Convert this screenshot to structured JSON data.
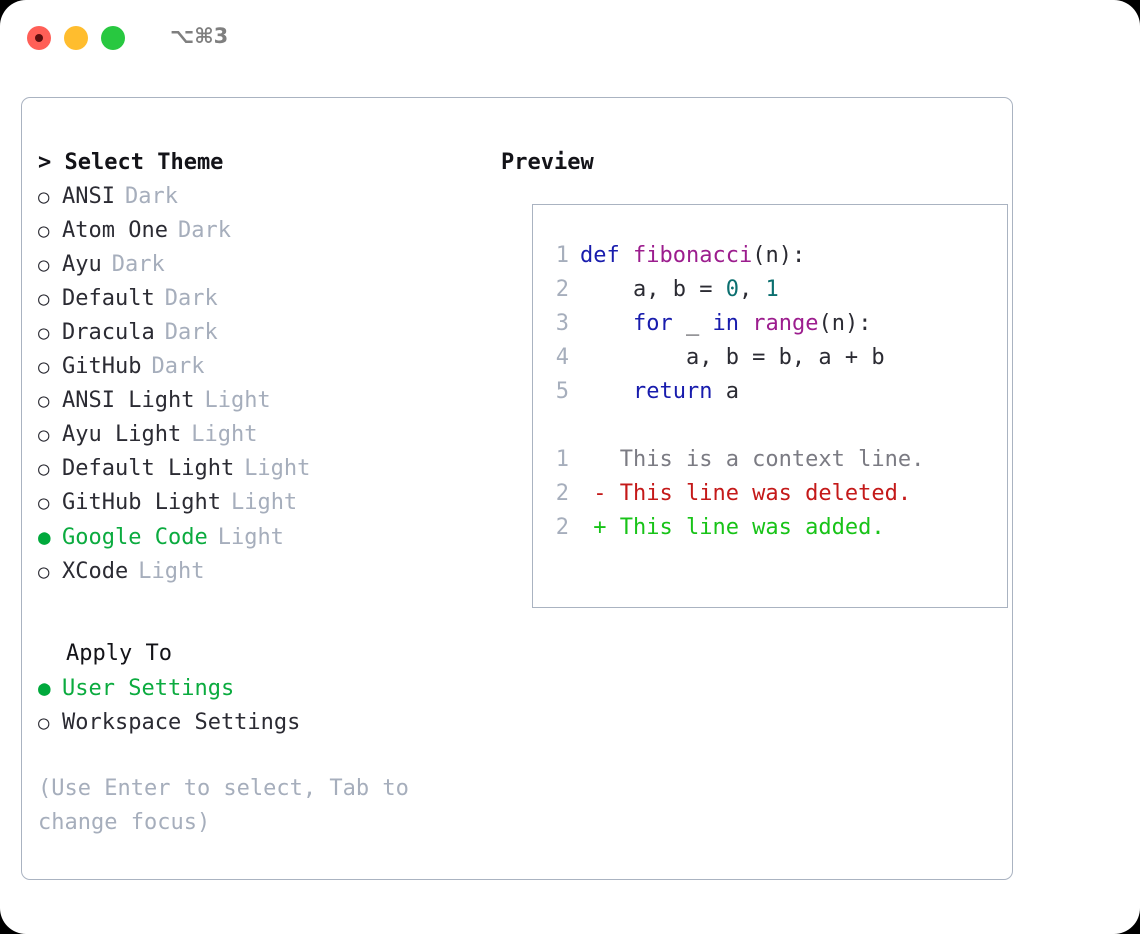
{
  "titlebar": {
    "lights": [
      "close-red",
      "minimize-yellow",
      "maximize-green"
    ],
    "shortcut": "⌥⌘3"
  },
  "colors": {
    "selected_green": "#0bab3f",
    "muted": "#a6aebc",
    "text": "#2b2b33",
    "border": "#aab3c1",
    "keyword": "#181cad",
    "function": "#9c1d8e",
    "number": "#0b6f6f",
    "diff_deleted": "#c41919",
    "diff_added": "#18c318",
    "diff_context": "#7b7b83"
  },
  "theme_panel": {
    "heading": "> Select Theme",
    "heading_caret": ">",
    "heading_text": "Select Theme",
    "items": [
      {
        "marker": "○",
        "name": "ANSI",
        "category": "Dark",
        "selected": false
      },
      {
        "marker": "○",
        "name": "Atom One",
        "category": "Dark",
        "selected": false
      },
      {
        "marker": "○",
        "name": "Ayu",
        "category": "Dark",
        "selected": false
      },
      {
        "marker": "○",
        "name": "Default",
        "category": "Dark",
        "selected": false
      },
      {
        "marker": "○",
        "name": "Dracula",
        "category": "Dark",
        "selected": false
      },
      {
        "marker": "○",
        "name": "GitHub",
        "category": "Dark",
        "selected": false
      },
      {
        "marker": "○",
        "name": "ANSI Light",
        "category": "Light",
        "selected": false
      },
      {
        "marker": "○",
        "name": "Ayu Light",
        "category": "Light",
        "selected": false
      },
      {
        "marker": "○",
        "name": "Default Light",
        "category": "Light",
        "selected": false
      },
      {
        "marker": "○",
        "name": "GitHub Light",
        "category": "Light",
        "selected": false
      },
      {
        "marker": "●",
        "name": "Google Code",
        "category": "Light",
        "selected": true
      },
      {
        "marker": "○",
        "name": "XCode",
        "category": "Light",
        "selected": false
      }
    ]
  },
  "apply_to": {
    "heading": "Apply To",
    "items": [
      {
        "marker": "●",
        "name": "User Settings",
        "selected": true
      },
      {
        "marker": "○",
        "name": "Workspace Settings",
        "selected": false
      }
    ]
  },
  "hint": "(Use Enter to select, Tab to\nchange focus)",
  "preview": {
    "heading": "Preview",
    "code_lines": [
      {
        "num": "1",
        "tokens": [
          {
            "t": "def ",
            "c": "kw"
          },
          {
            "t": "fibonacci",
            "c": "fn"
          },
          {
            "t": "(n):",
            "c": "pl"
          }
        ]
      },
      {
        "num": "2",
        "tokens": [
          {
            "t": "    a, b = ",
            "c": "pl"
          },
          {
            "t": "0",
            "c": "num"
          },
          {
            "t": ", ",
            "c": "pl"
          },
          {
            "t": "1",
            "c": "num"
          }
        ]
      },
      {
        "num": "3",
        "tokens": [
          {
            "t": "    ",
            "c": "pl"
          },
          {
            "t": "for",
            "c": "kw"
          },
          {
            "t": " _ ",
            "c": "pl"
          },
          {
            "t": "in",
            "c": "kw"
          },
          {
            "t": " ",
            "c": "pl"
          },
          {
            "t": "range",
            "c": "fn"
          },
          {
            "t": "(n):",
            "c": "pl"
          }
        ]
      },
      {
        "num": "4",
        "tokens": [
          {
            "t": "        a, b = b, a + b",
            "c": "pl"
          }
        ]
      },
      {
        "num": "5",
        "tokens": [
          {
            "t": "    ",
            "c": "pl"
          },
          {
            "t": "return",
            "c": "kw"
          },
          {
            "t": " a",
            "c": "pl"
          }
        ]
      }
    ],
    "diff_lines": [
      {
        "num": "1",
        "sign": " ",
        "text": "This is a context line.",
        "kind": "context"
      },
      {
        "num": "2",
        "sign": "-",
        "text": "This line was deleted.",
        "kind": "deleted"
      },
      {
        "num": "2",
        "sign": "+",
        "text": "This line was added.",
        "kind": "added"
      }
    ]
  }
}
